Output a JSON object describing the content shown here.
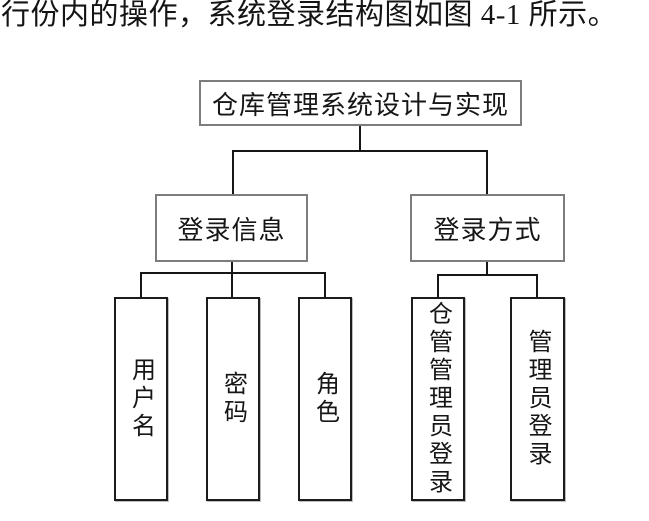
{
  "document": {
    "intro_text": "行份内的操作，系统登录结构图如图 4-1 所示。"
  },
  "diagram": {
    "root": {
      "label": "仓库管理系统设计与实现"
    },
    "level2": [
      {
        "id": "login-info",
        "label": "登录信息"
      },
      {
        "id": "login-method",
        "label": "登录方式"
      }
    ],
    "level3": [
      {
        "id": "username",
        "label": "用户名",
        "parent": "login-info"
      },
      {
        "id": "password",
        "label": "密码",
        "parent": "login-info"
      },
      {
        "id": "role",
        "label": "角色",
        "parent": "login-info"
      },
      {
        "id": "warehouse-admin-login",
        "label": "仓管管理员登录",
        "parent": "login-method"
      },
      {
        "id": "admin-login",
        "label": "管理员登录",
        "parent": "login-method"
      }
    ],
    "line_color": "#161616",
    "outer_border_color": "#7d7d7d",
    "leaf_border_color": "#1c1c1c"
  }
}
